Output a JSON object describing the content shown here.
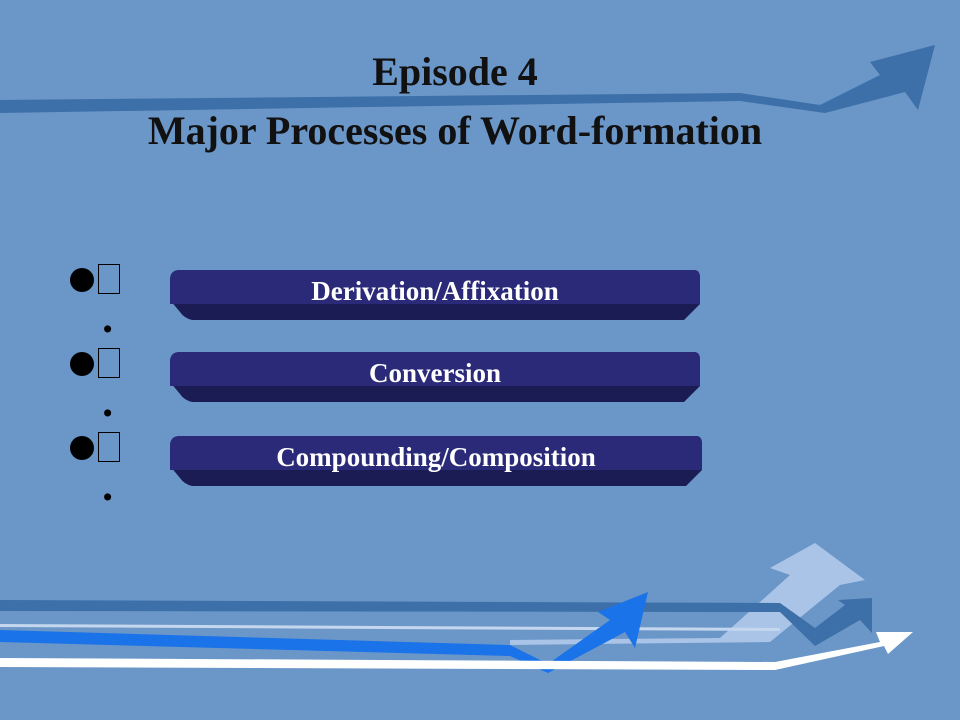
{
  "slide": {
    "title_line1": "Episode 4",
    "title_line2": "Major Processes of Word-formation"
  },
  "items": [
    {
      "numeral": "Ⅰ",
      "label": "Derivation/Affixation"
    },
    {
      "numeral": "Ⅱ",
      "label": "Conversion"
    },
    {
      "numeral": "Ⅲ",
      "label": "Compounding/Composition"
    }
  ],
  "colors": {
    "background": "#6b96c8",
    "pill_fill": "#2a2a78",
    "pill_shadow": "#1c1c55",
    "arrow_dark": "#3d6fa8",
    "arrow_bright": "#1a73e8",
    "arrow_light": "#a9c4e6",
    "arrow_white": "#ffffff"
  },
  "icons": {
    "bullet": "filled-circle-bullet",
    "trend_arrows": "trend-arrow-icon"
  }
}
